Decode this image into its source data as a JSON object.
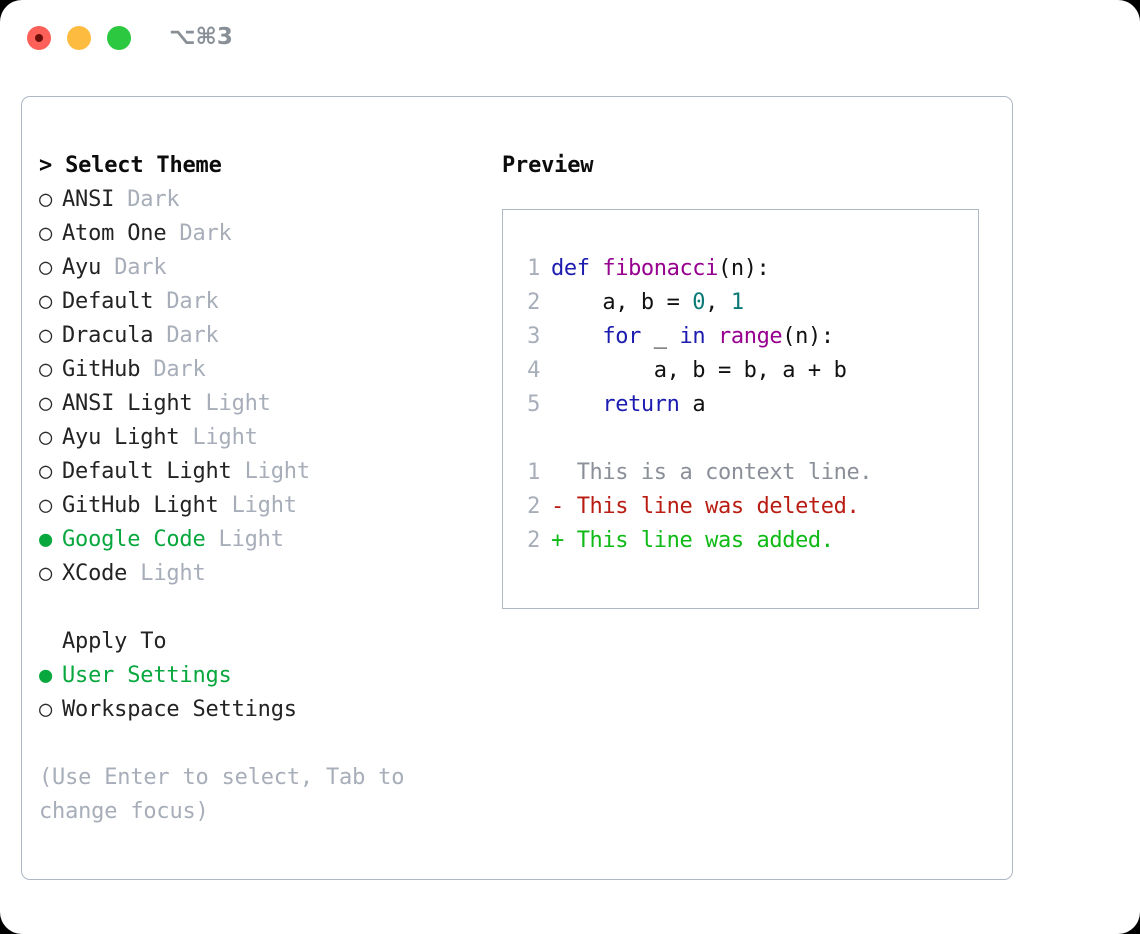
{
  "window": {
    "traffic_lights": [
      "close",
      "minimize",
      "maximize"
    ],
    "shortcut": "⌥⌘3",
    "colors": {
      "close": "#fc6058",
      "minimize": "#fdbc40",
      "maximize": "#2bc840",
      "accent_green": "#09a83f",
      "border": "#aeb7c4",
      "muted": "#a7aeb9"
    }
  },
  "left": {
    "title": "> Select Theme",
    "themes": [
      {
        "marker": "○",
        "name": "ANSI",
        "kind": "Dark",
        "selected": false
      },
      {
        "marker": "○",
        "name": "Atom One",
        "kind": "Dark",
        "selected": false
      },
      {
        "marker": "○",
        "name": "Ayu",
        "kind": "Dark",
        "selected": false
      },
      {
        "marker": "○",
        "name": "Default",
        "kind": "Dark",
        "selected": false
      },
      {
        "marker": "○",
        "name": "Dracula",
        "kind": "Dark",
        "selected": false
      },
      {
        "marker": "○",
        "name": "GitHub",
        "kind": "Dark",
        "selected": false
      },
      {
        "marker": "○",
        "name": "ANSI Light",
        "kind": "Light",
        "selected": false
      },
      {
        "marker": "○",
        "name": "Ayu Light",
        "kind": "Light",
        "selected": false
      },
      {
        "marker": "○",
        "name": "Default Light",
        "kind": "Light",
        "selected": false
      },
      {
        "marker": "○",
        "name": "GitHub Light",
        "kind": "Light",
        "selected": false
      },
      {
        "marker": "●",
        "name": "Google Code",
        "kind": "Light",
        "selected": true
      },
      {
        "marker": "○",
        "name": "XCode",
        "kind": "Light",
        "selected": false
      }
    ],
    "apply_to": {
      "title": "Apply To",
      "options": [
        {
          "marker": "●",
          "label": "User Settings",
          "selected": true
        },
        {
          "marker": "○",
          "label": "Workspace Settings",
          "selected": false
        }
      ]
    },
    "hint": "(Use Enter to select, Tab to change focus)"
  },
  "right": {
    "title": "Preview",
    "code_lines": [
      {
        "number": "1",
        "tokens": [
          {
            "text": "def ",
            "cls": "k"
          },
          {
            "text": "fibonacci",
            "cls": "fn"
          },
          {
            "text": "(n):",
            "cls": "pl"
          }
        ]
      },
      {
        "number": "2",
        "tokens": [
          {
            "text": "    a, b = ",
            "cls": "pl"
          },
          {
            "text": "0",
            "cls": "num"
          },
          {
            "text": ", ",
            "cls": "pl"
          },
          {
            "text": "1",
            "cls": "num"
          }
        ]
      },
      {
        "number": "3",
        "tokens": [
          {
            "text": "    ",
            "cls": "pl"
          },
          {
            "text": "for",
            "cls": "k"
          },
          {
            "text": " _ ",
            "cls": "pl"
          },
          {
            "text": "in",
            "cls": "k"
          },
          {
            "text": " ",
            "cls": "pl"
          },
          {
            "text": "range",
            "cls": "fn"
          },
          {
            "text": "(n):",
            "cls": "pl"
          }
        ]
      },
      {
        "number": "4",
        "tokens": [
          {
            "text": "        a, b = b, a + b",
            "cls": "pl"
          }
        ]
      },
      {
        "number": "5",
        "tokens": [
          {
            "text": "    ",
            "cls": "pl"
          },
          {
            "text": "return",
            "cls": "k"
          },
          {
            "text": " a",
            "cls": "pl"
          }
        ]
      }
    ],
    "diff_lines": [
      {
        "number": "1",
        "sign": "  ",
        "text": "This is a context line.",
        "cls": "ctx"
      },
      {
        "number": "2",
        "sign": "- ",
        "text": "This line was deleted.",
        "cls": "del"
      },
      {
        "number": "2",
        "sign": "+ ",
        "text": "This line was added.",
        "cls": "add"
      }
    ]
  }
}
